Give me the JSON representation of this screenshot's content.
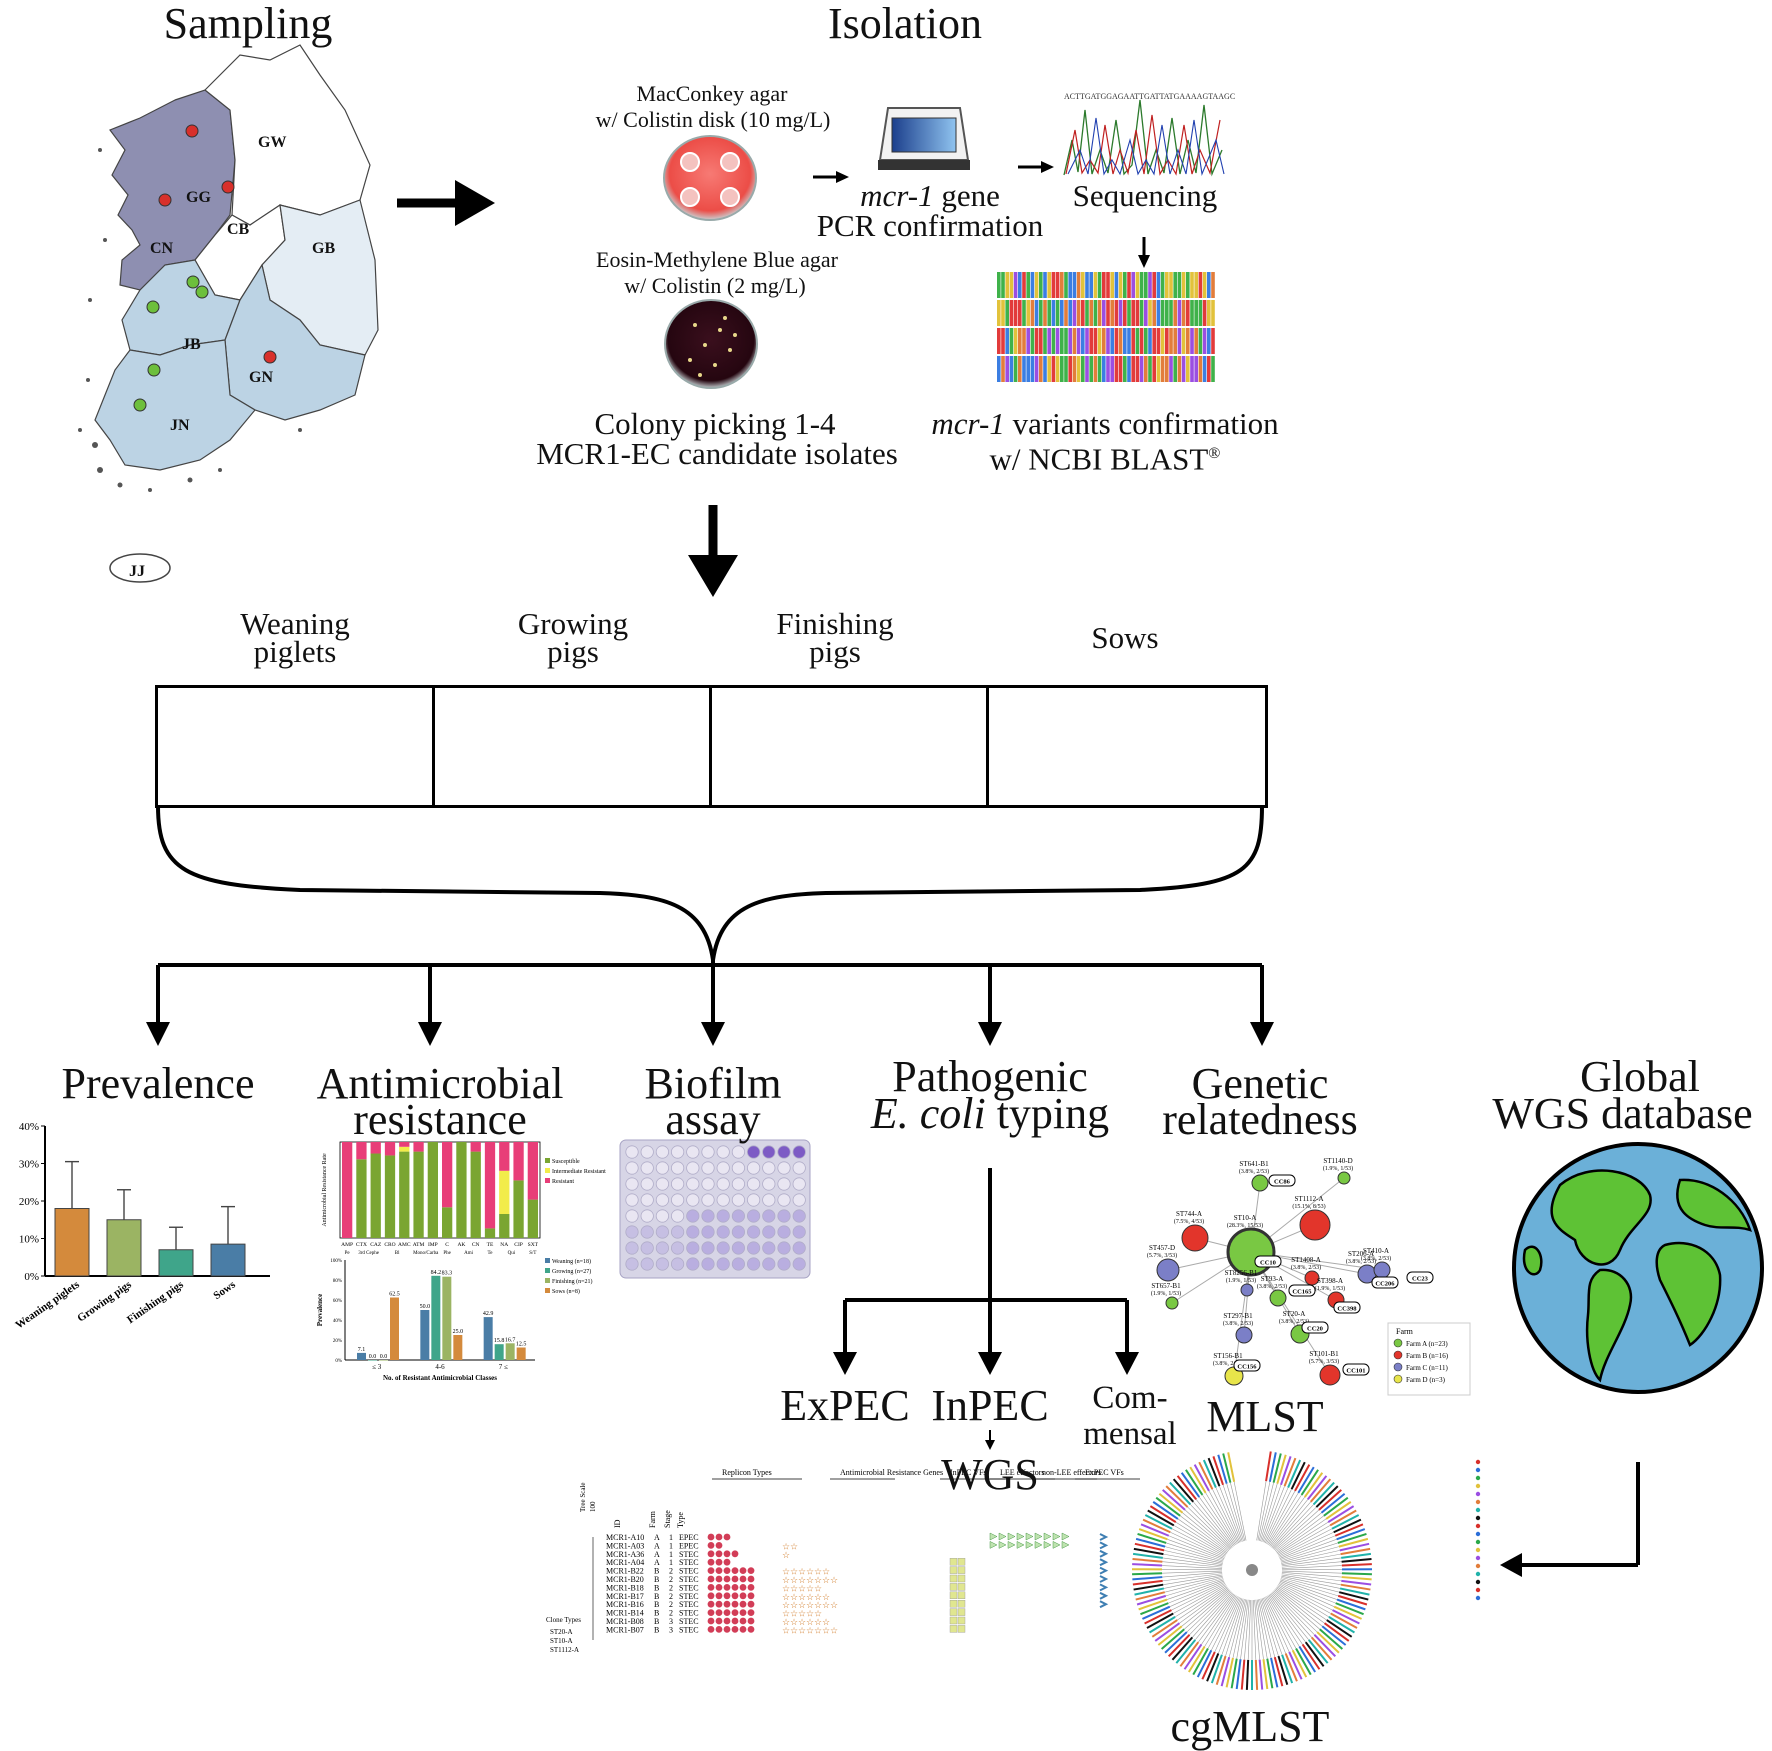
{
  "headings": {
    "sampling": "Sampling",
    "isolation": "Isolation"
  },
  "map": {
    "regions": [
      "GW",
      "GG",
      "CB",
      "CN",
      "GB",
      "JB",
      "GN",
      "JN",
      "JJ"
    ],
    "colors": {
      "dark": "#8e8fb1",
      "mid": "#bcd3e4",
      "light": "#e4edf4",
      "white": "#ffffff",
      "red": "#d8302b",
      "green": "#6dbf3c"
    }
  },
  "isolation": {
    "macconkey": [
      "MacConkey agar",
      "w/ Colistin disk (10 mg/L)"
    ],
    "emb": [
      "Eosin-Methylene Blue agar",
      "w/ Colistin (2 mg/L)"
    ],
    "pcr_gene": "mcr-1",
    "pcr_gene_suffix": " gene",
    "pcr_confirm": "PCR confirmation",
    "sequencing": "Sequencing",
    "colony": [
      "Colony picking 1-4",
      "MCR1-EC candidate isolates"
    ],
    "variants_gene": "mcr-1",
    "variants_suffix": " variants confirmation",
    "blast": "w/ NCBI BLAST",
    "blast_reg": "®"
  },
  "stages": [
    {
      "label1": "Weaning",
      "label2": "piglets"
    },
    {
      "label1": "Growing",
      "label2": "pigs"
    },
    {
      "label1": "Finishing",
      "label2": "pigs"
    },
    {
      "label1": "Sows",
      "label2": ""
    }
  ],
  "analyses": {
    "prevalence": "Prevalence",
    "amr1": "Antimicrobial",
    "amr2": "resistance",
    "biofilm1": "Biofilm",
    "biofilm2": "assay",
    "path1": "Pathogenic",
    "path2_italic": "E. coli",
    "path2_rest": " typing",
    "gen1": "Genetic",
    "gen2": "relatedness",
    "global1": "Global",
    "global2": "WGS database",
    "expec": "ExPEC",
    "inpec": "InPEC",
    "com1": "Com-",
    "com2": "mensal",
    "wgs": "WGS",
    "mlst": "MLST",
    "cgmlst": "cgMLST"
  },
  "chart_data": [
    {
      "type": "bar",
      "categories": [
        "Weaning piglets",
        "Growing pigs",
        "Finishing pigs",
        "Sows"
      ],
      "values": [
        18,
        15,
        7,
        8.5
      ],
      "errors": [
        12.5,
        8,
        6,
        10
      ],
      "ylim": [
        0,
        40
      ],
      "yticks": [
        "0%",
        "10%",
        "20%",
        "30%",
        "40%"
      ],
      "colors": [
        "#d48a3c",
        "#9bb463",
        "#3fa58a",
        "#4a7da6"
      ]
    },
    {
      "type": "bar",
      "stacked": true,
      "ylabel": "Antimicrobial Resistance Rate",
      "categories": [
        "AMP",
        "CTX",
        "CAZ",
        "CRO",
        "AMC",
        "ATM",
        "IMP",
        "C",
        "AK",
        "CN",
        "TE",
        "NA",
        "CIP",
        "SXT"
      ],
      "groups": [
        "Pe",
        "3rd Cephe",
        "Bl",
        "Mono/Carba",
        "Phe",
        "Ami",
        "Te",
        "Qui",
        "S/T"
      ],
      "series": [
        {
          "name": "Susceptible",
          "values": [
            0,
            82,
            88,
            86,
            90,
            90,
            100,
            32,
            100,
            90,
            10,
            25,
            60,
            40
          ]
        },
        {
          "name": "Intermediate Resistant",
          "values": [
            0,
            0,
            0,
            0,
            5,
            0,
            0,
            0,
            0,
            0,
            0,
            45,
            0,
            0
          ]
        },
        {
          "name": "Resistant",
          "values": [
            100,
            18,
            12,
            14,
            5,
            10,
            0,
            68,
            0,
            10,
            90,
            30,
            40,
            60
          ]
        }
      ],
      "colors": [
        "#7aa531",
        "#f2ec4a",
        "#e83e78"
      ]
    },
    {
      "type": "bar",
      "xlabel": "No. of Resistant Antimicrobial Classes",
      "ylabel": "Prevalence",
      "categories": [
        "≤ 3",
        "4-6",
        "7 ≤"
      ],
      "series": [
        {
          "name": "Weaning (n=18)",
          "values": [
            7.1,
            50.0,
            42.9
          ]
        },
        {
          "name": "Growing (n=27)",
          "values": [
            0.0,
            84.2,
            15.8
          ]
        },
        {
          "name": "Finishing (n=21)",
          "values": [
            0.0,
            83.3,
            16.7
          ]
        },
        {
          "name": "Sows (n=8)",
          "values": [
            62.5,
            25.0,
            12.5
          ]
        }
      ],
      "ylim": [
        0,
        100
      ],
      "yticks": [
        "0%",
        "20%",
        "40%",
        "60%",
        "80%",
        "100%"
      ],
      "colors": [
        "#4a7da6",
        "#3fa58a",
        "#9bb463",
        "#d48a3c"
      ]
    }
  ],
  "mlst": {
    "legend_title": "Farm",
    "legend": [
      {
        "label": "Farm A (n=23)",
        "color": "#79c843"
      },
      {
        "label": "Farm B (n=16)",
        "color": "#e2352b"
      },
      {
        "label": "Farm C (n=11)",
        "color": "#7b7fc7"
      },
      {
        "label": "Farm D (n=3)",
        "color": "#e8e54a"
      }
    ],
    "nodes": [
      {
        "label": "ST641-B1",
        "sub": "(3.8%, 2/53)"
      },
      {
        "label": "ST1140-D",
        "sub": "(1.9%, 1/53)"
      },
      {
        "label": "ST744-A",
        "sub": "(7.5%, 4/53)"
      },
      {
        "label": "ST10-A",
        "sub": "(28.3%, 15/53)"
      },
      {
        "label": "ST1112-A",
        "sub": "(15.1%, 8/53)"
      },
      {
        "label": "ST457-D",
        "sub": "(5.7%, 3/53)"
      },
      {
        "label": "ST1408-A",
        "sub": "(3.8%, 2/53)"
      },
      {
        "label": "ST206-A",
        "sub": "(3.8%, 2/53)"
      },
      {
        "label": "ST410-A",
        "sub": "(3.8%, 2/53)"
      },
      {
        "label": "ST8256-B1",
        "sub": "(1.9%, 1/53)"
      },
      {
        "label": "ST93-A",
        "sub": "(3.8%, 2/53)"
      },
      {
        "label": "ST398-A",
        "sub": "(1.9%, 1/53)"
      },
      {
        "label": "ST657-B1",
        "sub": "(1.9%, 1/53)"
      },
      {
        "label": "ST20-A",
        "sub": "(3.8%, 2/53)"
      },
      {
        "label": "ST297-B1",
        "sub": "(3.8%, 2/53)"
      },
      {
        "label": "ST156-B1",
        "sub": "(3.8%, 2/53)"
      },
      {
        "label": "ST101-B1",
        "sub": "(5.7%, 3/53)"
      }
    ],
    "complexes": [
      "CC86",
      "CC10",
      "CC206",
      "CC23",
      "CC165",
      "CC398",
      "CC20",
      "CC156",
      "CC101"
    ]
  },
  "wgs_table": {
    "col_headers": [
      "ID",
      "Farm",
      "Stage",
      "Type"
    ],
    "section_headers": [
      "Replicon Types",
      "Antimicrobial Resistance Genes",
      "InPEC VFs",
      "LEE effectors",
      "non-LEE effectors",
      "ExPEC VFs"
    ],
    "tree_scale": "Tree Scale",
    "tree_scale_val": "100",
    "rows": [
      {
        "id": "MCR1-A10",
        "farm": "A",
        "stage": "1",
        "type": "EPEC"
      },
      {
        "id": "MCR1-A03",
        "farm": "A",
        "stage": "1",
        "type": "EPEC"
      },
      {
        "id": "MCR1-A36",
        "farm": "A",
        "stage": "1",
        "type": "STEC"
      },
      {
        "id": "MCR1-A04",
        "farm": "A",
        "stage": "1",
        "type": "STEC"
      },
      {
        "id": "MCR1-B22",
        "farm": "B",
        "stage": "2",
        "type": "STEC"
      },
      {
        "id": "MCR1-B20",
        "farm": "B",
        "stage": "2",
        "type": "STEC"
      },
      {
        "id": "MCR1-B18",
        "farm": "B",
        "stage": "2",
        "type": "STEC"
      },
      {
        "id": "MCR1-B17",
        "farm": "B",
        "stage": "2",
        "type": "STEC"
      },
      {
        "id": "MCR1-B16",
        "farm": "B",
        "stage": "2",
        "type": "STEC"
      },
      {
        "id": "MCR1-B14",
        "farm": "B",
        "stage": "2",
        "type": "STEC"
      },
      {
        "id": "MCR1-B08",
        "farm": "B",
        "stage": "3",
        "type": "STEC"
      },
      {
        "id": "MCR1-B07",
        "farm": "B",
        "stage": "3",
        "type": "STEC"
      }
    ],
    "clone_title": "Clone Types",
    "clones": [
      "ST20-A",
      "ST10-A",
      "ST1112-A"
    ]
  }
}
